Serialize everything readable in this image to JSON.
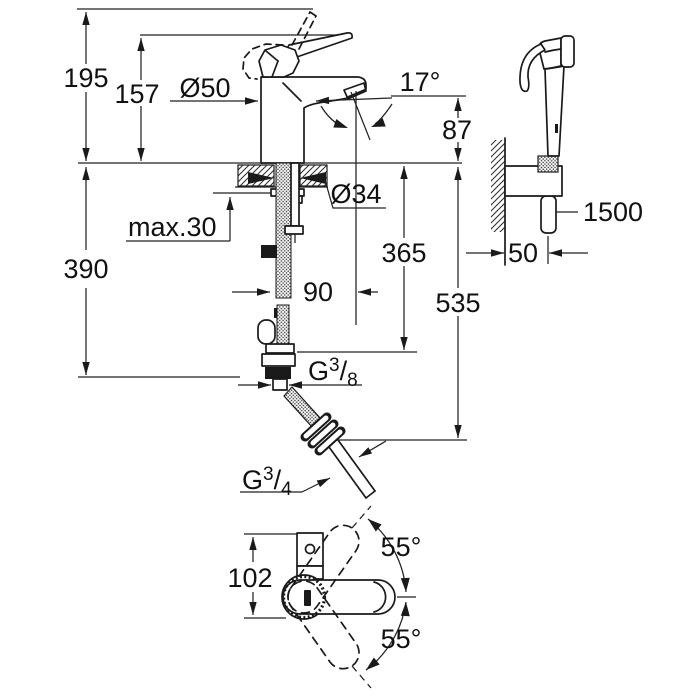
{
  "meta": {
    "type": "technical-dimension-drawing",
    "subject": "single-lever basin mixer with hand shower set"
  },
  "colors": {
    "line": "#1a1a1a",
    "background": "#ffffff"
  },
  "front_view": {
    "dim_total_height": "195",
    "dim_lever_height": "157",
    "dia_base": "Ø50",
    "angle_spray": "17°",
    "dim_spout_height": "87",
    "dia_mounting_hole": "Ø34",
    "max_deck_thickness": "max.30",
    "dim_under_deck": "390",
    "dim_hose_drop": "365",
    "dim_projection": "90",
    "dim_total_drop": "535",
    "thread_small": {
      "g": "G",
      "num": "3",
      "slash": "/",
      "den": "8"
    },
    "thread_large": {
      "g": "G",
      "num": "3",
      "slash": "/",
      "den": "4"
    }
  },
  "shower_view": {
    "dim_hose_length": "1500",
    "dim_wall_offset": "50"
  },
  "top_view": {
    "dim_depth": "102",
    "angle_swing_upper": "55°",
    "angle_swing_lower": "55°"
  }
}
